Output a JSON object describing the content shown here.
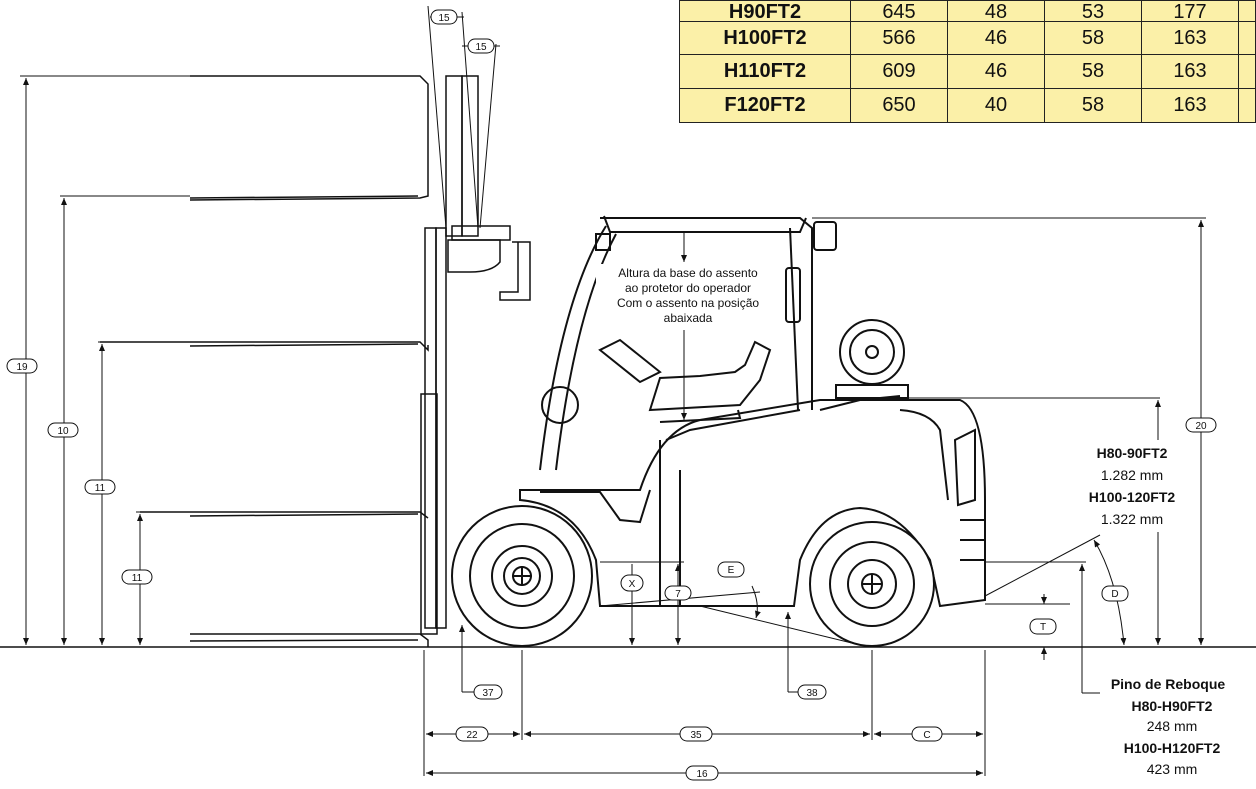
{
  "spec_table": {
    "rows": [
      {
        "model": "H90FT2",
        "c1": "645",
        "c2": "48",
        "c3": "53",
        "c4": "177"
      },
      {
        "model": "H100FT2",
        "c1": "566",
        "c2": "46",
        "c3": "58",
        "c4": "163"
      },
      {
        "model": "H110FT2",
        "c1": "609",
        "c2": "46",
        "c3": "58",
        "c4": "163"
      },
      {
        "model": "F120FT2",
        "c1": "650",
        "c2": "40",
        "c3": "58",
        "c4": "163"
      }
    ]
  },
  "dimension_labels": {
    "d15_top": "15",
    "d15_second": "15",
    "d19": "19",
    "d10": "10",
    "d11_upper": "11",
    "d11_lower": "11",
    "d20": "20",
    "dX": "X",
    "d7": "7",
    "dE": "E",
    "dD": "D",
    "dT": "T",
    "d37": "37",
    "d38": "38",
    "d22": "22",
    "d35": "35",
    "dC": "C",
    "d16": "16"
  },
  "seat_note": {
    "lines": [
      "Altura da base do assento",
      "ao protetor do operador",
      "Com o assento na posição",
      "abaixada"
    ]
  },
  "height_note": {
    "model_a": "H80-90FT2",
    "value_a": "1.282 mm",
    "model_b": "H100-120FT2",
    "value_b": "1.322 mm"
  },
  "tow_pin_note": {
    "title": "Pino de Reboque",
    "model_a": "H80-H90FT2",
    "value_a": "248 mm",
    "model_b": "H100-H120FT2",
    "value_b": "423 mm"
  },
  "colors": {
    "table_fill": "#fbf0a8",
    "line": "#111111"
  }
}
